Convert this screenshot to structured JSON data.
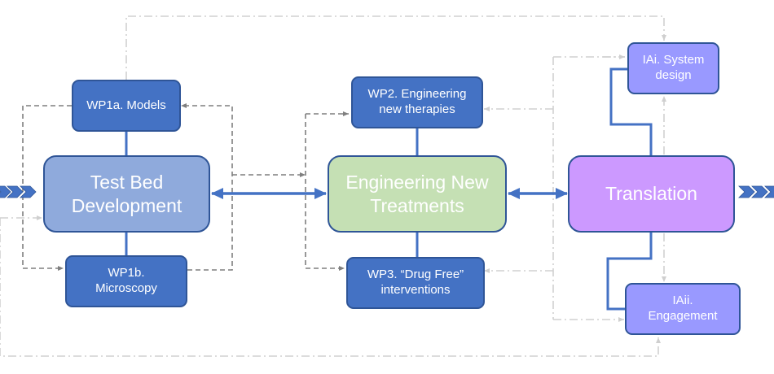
{
  "colors": {
    "wp_fill": "#4472c4",
    "ia_fill": "#9999ff",
    "testbed_fill": "#8faadc",
    "eng_fill": "#c5e0b4",
    "translation_fill": "#cc99ff",
    "border": "#2f5597",
    "connector": "#4472c4",
    "dashed_dark": "#7f7f7f",
    "dashdot_light": "#d0d0d0"
  },
  "nodes": {
    "wp1a": "WP1a. Models",
    "wp1b": "WP1b.\nMicroscopy",
    "testbed": "Test Bed\nDevelopment",
    "wp2": "WP2. Engineering\nnew therapies",
    "engineering": "Engineering New\nTreatments",
    "wp3": "WP3.  “Drug Free”\ninterventions",
    "translation": "Translation",
    "iai": "IAi. System\ndesign",
    "iaii": "IAii.\nEngagement"
  }
}
